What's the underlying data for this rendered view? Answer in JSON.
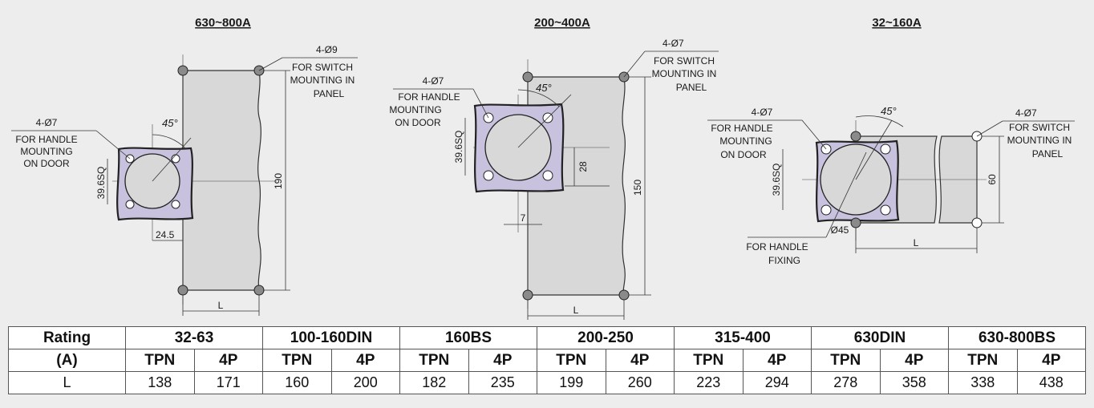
{
  "drawings": [
    {
      "title": "630~800A",
      "handle_note": [
        "4-Ø7",
        "FOR HANDLE",
        "MOUNTING",
        "ON DOOR"
      ],
      "switch_note": [
        "4-Ø9",
        "FOR SWITCH",
        "MOUNTING IN",
        "PANEL"
      ],
      "angle": "45°",
      "square_dim": "39.6SQ",
      "offset_dim": "24.5",
      "height_dim": "190",
      "length_label": "L"
    },
    {
      "title": "200~400A",
      "handle_note": [
        "4-Ø7",
        "FOR HANDLE",
        "MOUNTING",
        "ON DOOR"
      ],
      "switch_note": [
        "4-Ø7",
        "FOR SWITCH",
        "MOUNTING IN",
        "PANEL"
      ],
      "angle": "45°",
      "square_dim": "39.6SQ",
      "offset_dim": "7",
      "vertical_dim": "28",
      "height_dim": "150",
      "length_label": "L"
    },
    {
      "title": "32~160A",
      "handle_note": [
        "4-Ø7",
        "FOR HANDLE",
        "MOUNTING",
        "ON DOOR"
      ],
      "switch_note": [
        "4-Ø7",
        "FOR SWITCH",
        "MOUNTING IN",
        "PANEL"
      ],
      "fixing_note": [
        "Ø45",
        "FOR HANDLE",
        "FIXING"
      ],
      "angle": "45°",
      "square_dim": "39.6SQ",
      "height_dim": "60",
      "length_label": "L"
    }
  ],
  "table": {
    "row_label_1": "Rating",
    "row_label_2": "(A)",
    "row_label_3": "L",
    "groups": [
      "32-63",
      "100-160DIN",
      "160BS",
      "200-250",
      "315-400",
      "630DIN",
      "630-800BS"
    ],
    "subheaders": [
      "TPN",
      "4P",
      "TPN",
      "4P",
      "TPN",
      "4P",
      "TPN",
      "4P",
      "TPN",
      "4P",
      "TPN",
      "4P",
      "TPN",
      "4P"
    ],
    "values": [
      "138",
      "171",
      "160",
      "200",
      "182",
      "235",
      "199",
      "260",
      "223",
      "294",
      "278",
      "358",
      "338",
      "438"
    ]
  }
}
